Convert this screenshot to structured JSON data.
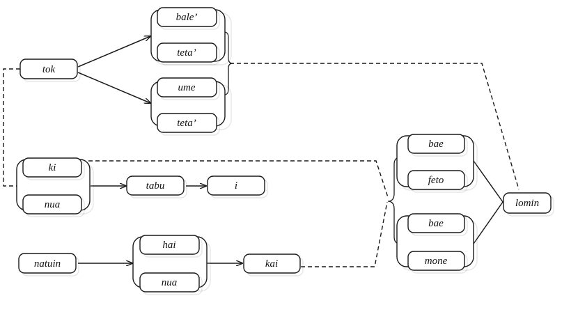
{
  "nodes": {
    "tok": "tok",
    "bale": "bale’",
    "teta_1": "teta’",
    "ume": "ume",
    "teta_2": "teta’",
    "ki": "ki",
    "nua_1": "nua",
    "tabu": "tabu",
    "i": "i",
    "natuin": "natuin",
    "hai": "hai",
    "nua_2": "nua",
    "kai": "kai",
    "bae_1": "bae",
    "feto": "feto",
    "bae_2": "bae",
    "mone": "mone",
    "lomin": "lomin"
  }
}
